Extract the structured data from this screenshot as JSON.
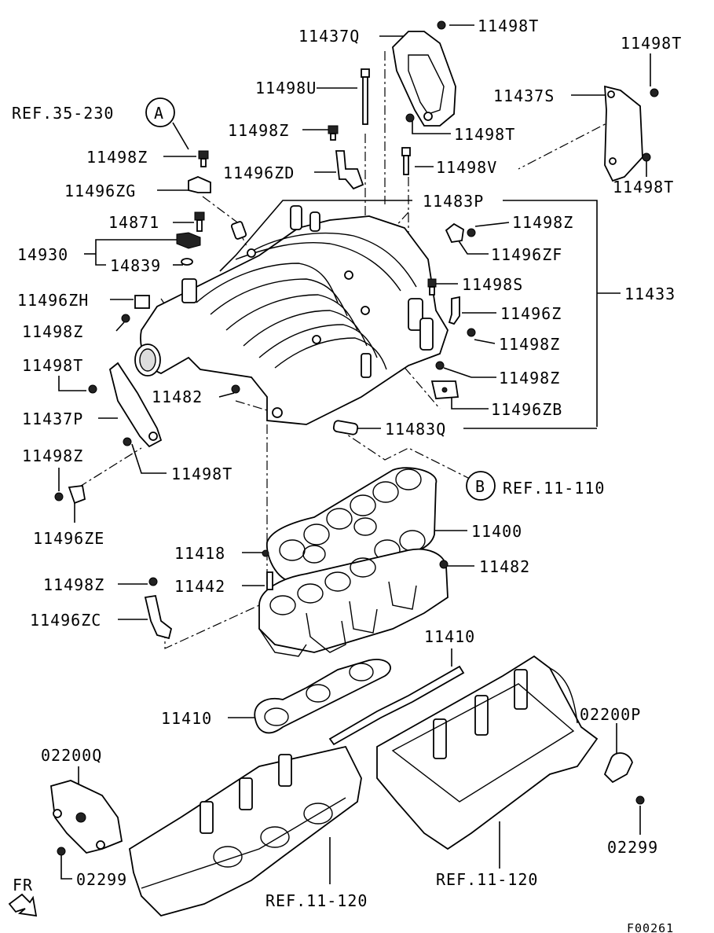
{
  "labels": {
    "p11437Q": "11437Q",
    "p11498T_a": "11498T",
    "p11498T_b": "11498T",
    "p11498T_c": "11498T",
    "p11498T_d": "11498T",
    "p11498T_e": "11498T",
    "p11498T_f": "11498T",
    "p11498U": "11498U",
    "p11437S": "11437S",
    "ref35": "REF.35-230",
    "refA": "A",
    "p11498Z_a": "11498Z",
    "p11498Z_b": "11498Z",
    "p11498Z_c": "11498Z",
    "p11498Z_d": "11498Z",
    "p11498Z_e": "11498Z",
    "p11498Z_f": "11498Z",
    "p11498Z_g": "11498Z",
    "p11498Z_h": "11498Z",
    "p11496ZD": "11496ZD",
    "p11498V": "11498V",
    "p11496ZG": "11496ZG",
    "p11483P": "11483P",
    "p14871": "14871",
    "p14930": "14930",
    "p14839": "14839",
    "p11496ZF": "11496ZF",
    "p11498S": "11498S",
    "p11433": "11433",
    "p11496ZH": "11496ZH",
    "p11496Z": "11496Z",
    "p11482_a": "11482",
    "p11482_b": "11482",
    "p11437P": "11437P",
    "p11496ZB": "11496ZB",
    "p11483Q": "11483Q",
    "p11496ZE": "11496ZE",
    "refB": "B",
    "ref11110": "REF.11-110",
    "p11400": "11400",
    "p11418": "11418",
    "p11442": "11442",
    "p11496ZC": "11496ZC",
    "p11410_a": "11410",
    "p11410_b": "11410",
    "p02200P": "02200P",
    "p02200Q": "02200Q",
    "p02299_a": "02299",
    "p02299_b": "02299",
    "ref11120_a": "REF.11-120",
    "ref11120_b": "REF.11-120",
    "fr": "FR",
    "figno": "F00261"
  }
}
